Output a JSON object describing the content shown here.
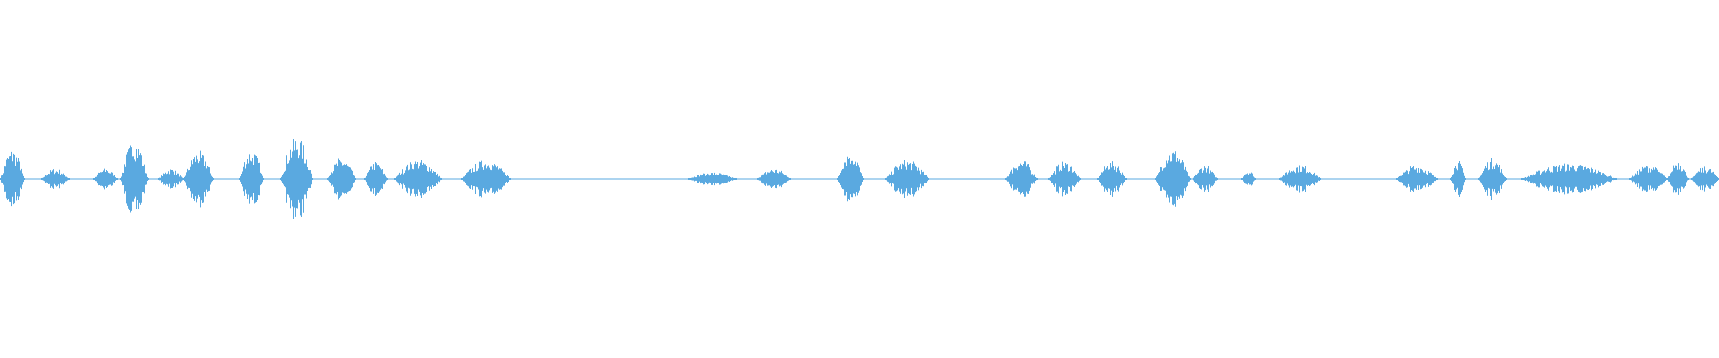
{
  "waveform": {
    "color": "#5aa9e0",
    "segments": [
      {
        "start": 0.0,
        "end": 0.014,
        "amp": 0.085
      },
      {
        "start": 0.024,
        "end": 0.04,
        "amp": 0.03
      },
      {
        "start": 0.054,
        "end": 0.068,
        "amp": 0.03
      },
      {
        "start": 0.07,
        "end": 0.086,
        "amp": 0.11
      },
      {
        "start": 0.092,
        "end": 0.106,
        "amp": 0.03
      },
      {
        "start": 0.107,
        "end": 0.124,
        "amp": 0.08
      },
      {
        "start": 0.139,
        "end": 0.153,
        "amp": 0.085
      },
      {
        "start": 0.163,
        "end": 0.182,
        "amp": 0.12
      },
      {
        "start": 0.19,
        "end": 0.207,
        "amp": 0.06
      },
      {
        "start": 0.212,
        "end": 0.225,
        "amp": 0.05
      },
      {
        "start": 0.229,
        "end": 0.257,
        "amp": 0.055
      },
      {
        "start": 0.268,
        "end": 0.297,
        "amp": 0.055
      },
      {
        "start": 0.4,
        "end": 0.428,
        "amp": 0.02
      },
      {
        "start": 0.44,
        "end": 0.46,
        "amp": 0.03
      },
      {
        "start": 0.487,
        "end": 0.502,
        "amp": 0.085
      },
      {
        "start": 0.515,
        "end": 0.54,
        "amp": 0.055
      },
      {
        "start": 0.585,
        "end": 0.603,
        "amp": 0.055
      },
      {
        "start": 0.61,
        "end": 0.628,
        "amp": 0.05
      },
      {
        "start": 0.638,
        "end": 0.655,
        "amp": 0.05
      },
      {
        "start": 0.672,
        "end": 0.692,
        "amp": 0.085
      },
      {
        "start": 0.694,
        "end": 0.708,
        "amp": 0.04
      },
      {
        "start": 0.722,
        "end": 0.73,
        "amp": 0.025
      },
      {
        "start": 0.744,
        "end": 0.768,
        "amp": 0.04
      },
      {
        "start": 0.812,
        "end": 0.836,
        "amp": 0.04
      },
      {
        "start": 0.844,
        "end": 0.852,
        "amp": 0.055
      },
      {
        "start": 0.86,
        "end": 0.876,
        "amp": 0.06
      },
      {
        "start": 0.885,
        "end": 0.94,
        "amp": 0.045
      },
      {
        "start": 0.948,
        "end": 0.97,
        "amp": 0.04
      },
      {
        "start": 0.97,
        "end": 0.982,
        "amp": 0.055
      },
      {
        "start": 0.984,
        "end": 1.0,
        "amp": 0.035
      }
    ]
  }
}
